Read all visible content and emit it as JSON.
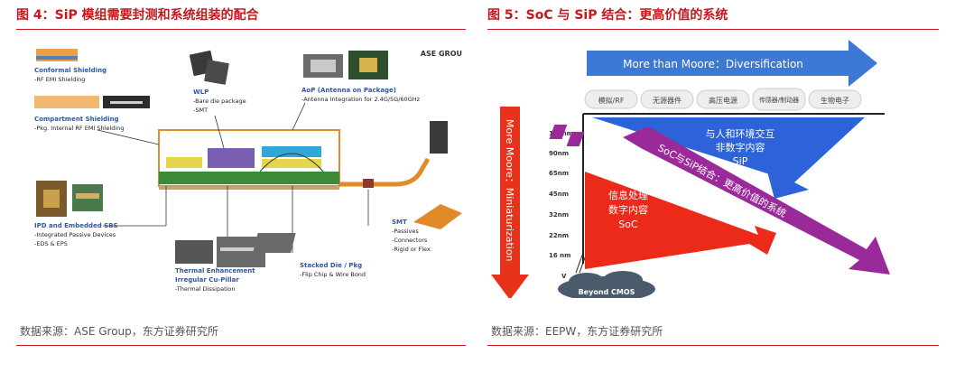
{
  "left": {
    "title": "图 4：SiP 模组需要封测和系统组装的配合",
    "source": "数据来源：ASE Group，东方证券研究所",
    "corner": "ASE GROU",
    "conformal": {
      "title": "Conformal Shielding",
      "desc": "-RF EMI Shielding"
    },
    "compartment": {
      "title": "Compartment Shielding",
      "desc": "-Pkg. Internal RF EMI Shielding"
    },
    "wlp": {
      "title": "WLP",
      "l1": "-Bare die package",
      "l2": "-SMT"
    },
    "aop": {
      "title": "AoP (Antenna on Package)",
      "desc": "-Antenna Integration for 2.4G/5G/60GHz"
    },
    "ipd": {
      "title": "IPD and Embedded SBS",
      "l1": "-Integrated Passive Devices",
      "l2": "-EDS & EPS"
    },
    "thermal": {
      "title": "Thermal Enhancement",
      "title2": "Irregular Cu-Pillar",
      "desc": "-Thermal Dissipation"
    },
    "stacked": {
      "title": "Stacked Die / Pkg",
      "desc": "-Flip Chip & Wire Bond"
    },
    "smt": {
      "title": "SMT",
      "l1": "-Passives",
      "l2": "-Connectors",
      "l3": "-Rigid or Flex"
    }
  },
  "right": {
    "title": "图 5：SoC 与 SiP 结合：更高价值的系统",
    "source": "数据来源：EEPW，东方证券研究所",
    "top_arrow": "More than Moore：Diversification",
    "left_arrow": "More Moore：Miniaturization",
    "categories": [
      "模拟/RF",
      "无源器件",
      "高压电源",
      "传感器/制动器",
      "生物电子"
    ],
    "nodes": [
      "130nm",
      "90nm",
      "65nm",
      "45nm",
      "32nm",
      "22nm",
      "16 nm",
      "V"
    ],
    "blue_tri": {
      "l1": "与人和环境交互",
      "l2": "非数字内容",
      "l3": "SiP"
    },
    "red_tri": {
      "l1": "信息处理",
      "l2": "数字内容",
      "l3": "SoC"
    },
    "purple": "SoC与SiP结合：更高价值的系统",
    "cloud": "Beyond CMOS"
  }
}
